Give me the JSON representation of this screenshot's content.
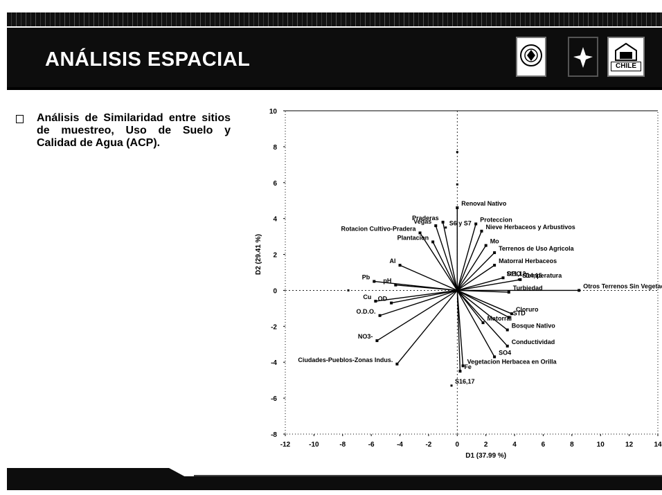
{
  "header": {
    "title": "ANÁLISIS ESPACIAL",
    "logo_chile_text": "CHILE"
  },
  "bullet": {
    "text": "Análisis de Similaridad entre sitios de muestreo, Uso de Suelo y Calidad de Agua (ACP)."
  },
  "colors": {
    "header_bg": "#0d0d0d",
    "text": "#000000",
    "background": "#ffffff"
  },
  "chart_data": {
    "type": "scatter",
    "subtype": "biplot",
    "xlabel": "D1 (37.99 %)",
    "ylabel": "D2 (29.41 %)",
    "xlim": [
      -12,
      14
    ],
    "ylim": [
      -8,
      10
    ],
    "xticks": [
      "-12",
      "-10",
      "-8",
      "-6",
      "-4",
      "-2",
      "0",
      "2",
      "4",
      "6",
      "8",
      "10",
      "12",
      "14"
    ],
    "yticks": [
      "10",
      "8",
      "6",
      "4",
      "2",
      "0",
      "-2",
      "-4",
      "-6",
      "-8"
    ],
    "vectors": [
      {
        "label": "Praderas",
        "x": -1.0,
        "y": 3.8
      },
      {
        "label": "Vegas",
        "x": -1.5,
        "y": 3.6
      },
      {
        "label": "Renoval Nativo",
        "x": 0.0,
        "y": 4.6
      },
      {
        "label": "Proteccion",
        "x": 1.3,
        "y": 3.7
      },
      {
        "label": "Nieve Herbaceos y Arbustivos",
        "x": 1.7,
        "y": 3.3
      },
      {
        "label": "Mo",
        "x": 2.0,
        "y": 2.5
      },
      {
        "label": "Terrenos de Uso Agricola",
        "x": 2.6,
        "y": 2.1
      },
      {
        "label": "Matorral Herbaceos",
        "x": 2.6,
        "y": 1.4
      },
      {
        "label": "DBO",
        "x": 3.2,
        "y": 0.7
      },
      {
        "label": "Temperatura",
        "x": 4.4,
        "y": 0.6
      },
      {
        "label": "Turbiedad",
        "x": 3.6,
        "y": -0.1
      },
      {
        "label": "Otros Terrenos Sin Vegetacion",
        "x": 8.5,
        "y": 0.0
      },
      {
        "label": "Cloruro",
        "x": 3.8,
        "y": -1.3
      },
      {
        "label": "STD",
        "x": 3.6,
        "y": -1.5
      },
      {
        "label": "Matorral",
        "x": 1.8,
        "y": -1.8
      },
      {
        "label": "Bosque Nativo",
        "x": 3.5,
        "y": -2.2
      },
      {
        "label": "Conductividad",
        "x": 3.5,
        "y": -3.1
      },
      {
        "label": "SO4",
        "x": 2.6,
        "y": -3.7
      },
      {
        "label": "Vegetacion Herbacea en Orilla",
        "x": 0.4,
        "y": -4.2
      },
      {
        "label": "Fe",
        "x": 0.2,
        "y": -4.5
      },
      {
        "label": "Ciudades-Pueblos-Zonas Indus.",
        "x": -4.2,
        "y": -4.1
      },
      {
        "label": "NO3-",
        "x": -5.6,
        "y": -2.8
      },
      {
        "label": "O.D.O.",
        "x": -5.4,
        "y": -1.4
      },
      {
        "label": "OD",
        "x": -4.6,
        "y": -0.7
      },
      {
        "label": "Cu",
        "x": -5.7,
        "y": -0.6
      },
      {
        "label": "pH",
        "x": -4.3,
        "y": 0.3
      },
      {
        "label": "Pb",
        "x": -5.8,
        "y": 0.5
      },
      {
        "label": "Al",
        "x": -4.0,
        "y": 1.4
      },
      {
        "label": "Plantacion",
        "x": -1.7,
        "y": 2.7
      },
      {
        "label": "Rotacion Cultivo-Pradera",
        "x": -2.6,
        "y": 3.2
      }
    ],
    "points": [
      {
        "label": "S6 y S7",
        "x": -0.8,
        "y": 3.5
      },
      {
        "label": "S16,17",
        "x": -0.4,
        "y": -5.3
      },
      {
        "label": "S11,12",
        "x": 3.2,
        "y": 0.7
      },
      {
        "label": "S14,15",
        "x": 4.3,
        "y": 0.6
      },
      {
        "label": "",
        "x": 0.0,
        "y": 7.7
      },
      {
        "label": "",
        "x": -7.6,
        "y": 0.0
      },
      {
        "label": "",
        "x": 0.0,
        "y": 5.9
      }
    ]
  }
}
